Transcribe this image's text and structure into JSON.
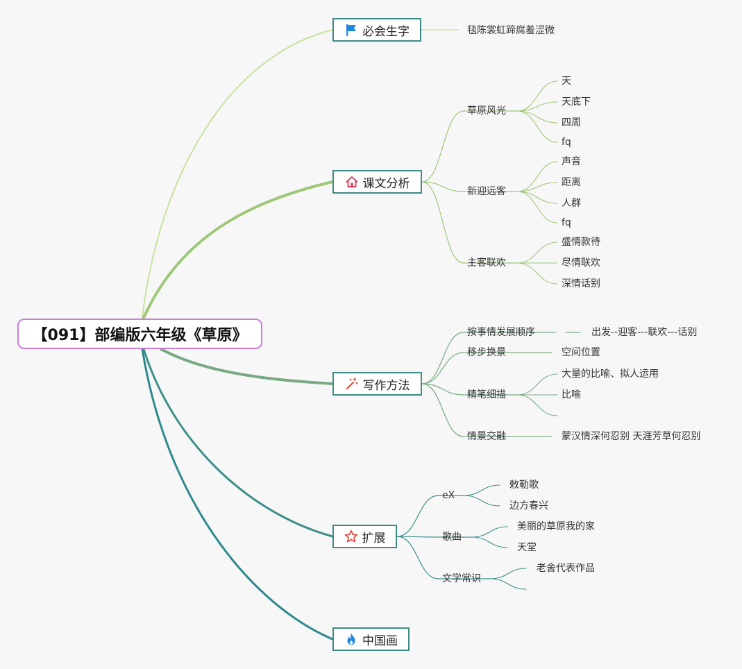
{
  "root": {
    "title": "【091】部编版六年级《草原》"
  },
  "branches": [
    {
      "label": "必会生字",
      "icon": "flag-icon",
      "children": [
        {
          "label": "毯陈裳虹蹄腐羞涩微"
        }
      ]
    },
    {
      "label": "课文分析",
      "icon": "house-icon",
      "children": [
        {
          "label": "草原风光",
          "children": [
            "天",
            "天底下",
            "四周",
            "fq"
          ]
        },
        {
          "label": "新迎远客",
          "children": [
            "声音",
            "距离",
            "人群",
            "fq"
          ]
        },
        {
          "label": "主客联欢",
          "children": [
            "盛情款待",
            "尽情联欢",
            "深情话别"
          ]
        }
      ]
    },
    {
      "label": "写作方法",
      "icon": "magic-wand-icon",
      "children": [
        {
          "label": "按事情发展顺序",
          "children": [
            "出发--迎客---联欢---话别"
          ]
        },
        {
          "label": "移步换景",
          "children": [
            "空间位置"
          ]
        },
        {
          "label": "精笔细描",
          "children": [
            "大量的比喻、拟人运用",
            "比喻",
            ""
          ]
        },
        {
          "label": "情景交融",
          "children": [
            "蒙汉情深何忍别 天涯芳草何忍别"
          ]
        }
      ]
    },
    {
      "label": "扩展",
      "icon": "star-icon",
      "children": [
        {
          "label": "eX",
          "children": [
            "敕勒歌",
            "边方春兴"
          ]
        },
        {
          "label": "歌曲",
          "children": [
            "美丽的草原我的家",
            "天堂"
          ]
        },
        {
          "label": "文学常识",
          "children": [
            "老舍代表作品",
            ""
          ]
        }
      ]
    },
    {
      "label": "中国画",
      "icon": "fire-icon",
      "children": []
    }
  ],
  "colors": {
    "root_border": "#c97fd8",
    "topic_border": "#3d8a86",
    "line_light_green": "#c6e39d",
    "line_green": "#9ec777",
    "line_sage": "#77aa82",
    "line_teal": "#3d8f8a",
    "line_dark_teal": "#2c8a8e",
    "flag": "#1e88e5",
    "house": "#d9425e",
    "wand": "#d84a32",
    "star": "#e53935",
    "fire": "#1e88e5"
  }
}
